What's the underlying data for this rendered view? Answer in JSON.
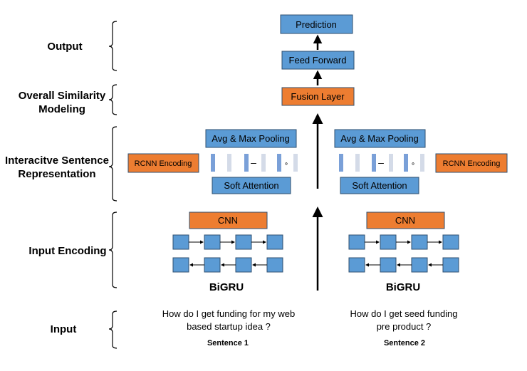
{
  "levels": {
    "output": "Output",
    "overall_1": "Overall Similarity",
    "overall_2": "Modeling",
    "interactive_1": "Interacitve Sentence",
    "interactive_2": "Representation",
    "input_encoding": "Input Encoding",
    "input": "Input"
  },
  "boxes": {
    "prediction": "Prediction",
    "feed_forward": "Feed Forward",
    "fusion_layer": "Fusion Layer",
    "pooling_left": "Avg & Max Pooling",
    "pooling_right": "Avg & Max Pooling",
    "rcnn_left": "RCNN Encoding",
    "rcnn_right": "RCNN Encoding",
    "soft_attention_left": "Soft Attention",
    "soft_attention_right": "Soft Attention",
    "cnn_left": "CNN",
    "cnn_right": "CNN"
  },
  "operators": {
    "minus": "–",
    "dot": "∘"
  },
  "bigru": {
    "left": "BiGRU",
    "right": "BiGRU"
  },
  "sentences": {
    "s1_line1": "How do I get funding for my web",
    "s1_line2": "based startup idea ?",
    "s1_label": "Sentence 1",
    "s2_line1": "How do I get seed funding",
    "s2_line2": "pre product ?",
    "s2_label": "Sentence 2"
  },
  "colors": {
    "blue_box": "#5b9bd5",
    "orange_box": "#ed7d31",
    "box_border": "#2f4f6f",
    "bar_dark": "#7aa0d8",
    "bar_light": "#d4dbe8"
  }
}
